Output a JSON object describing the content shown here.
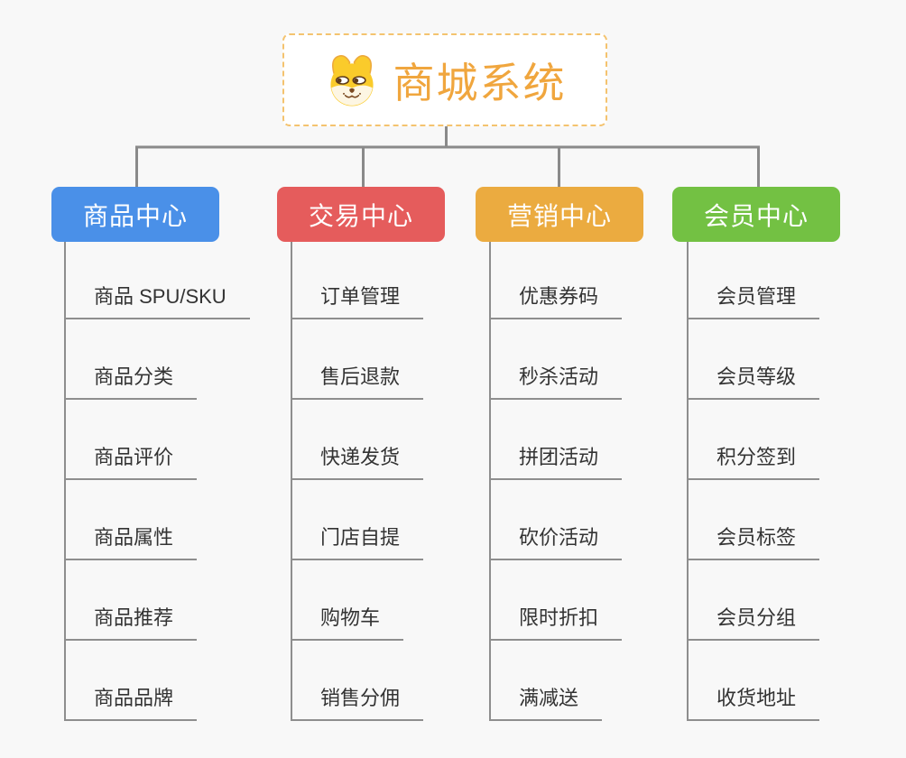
{
  "root": {
    "title": "商城系统",
    "icon": "shiba-dog-icon"
  },
  "branches": [
    {
      "label": "商品中心",
      "color": "#4A90E8",
      "items": [
        "商品 SPU/SKU",
        "商品分类",
        "商品评价",
        "商品属性",
        "商品推荐",
        "商品品牌"
      ]
    },
    {
      "label": "交易中心",
      "color": "#E55C5C",
      "items": [
        "订单管理",
        "售后退款",
        "快递发货",
        "门店自提",
        "购物车",
        "销售分佣"
      ]
    },
    {
      "label": "营销中心",
      "color": "#EBAB40",
      "items": [
        "优惠券码",
        "秒杀活动",
        "拼团活动",
        "砍价活动",
        "限时折扣",
        "满减送"
      ]
    },
    {
      "label": "会员中心",
      "color": "#73C143",
      "items": [
        "会员管理",
        "会员等级",
        "积分签到",
        "会员标签",
        "会员分组",
        "收货地址"
      ]
    }
  ],
  "palette": {
    "background": "#F8F8F8",
    "connector": "#8A8A8A",
    "leaf_text": "#333333",
    "root_accent": "#F0A63E",
    "root_border": "#F4C36F"
  }
}
